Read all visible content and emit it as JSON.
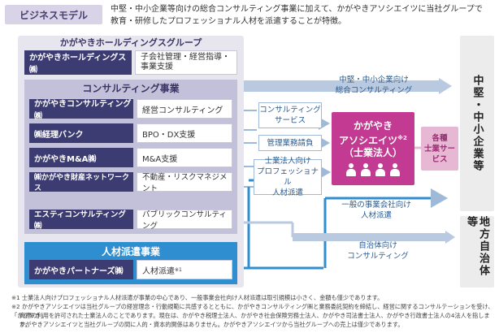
{
  "header": {
    "tag": "ビジネスモデル",
    "intro_line1": "中堅・中小企業等向けの総合コンサルティング事業に加えて、かがやきアソシエイツに当社グループで",
    "intro_line2": "教育・研修したプロフェッショナル人材を派遣することが特徴。"
  },
  "group": {
    "title": "かがやきホールディングスグループ",
    "holdings": {
      "name": "かがやきホールディングス㈱",
      "desc_line1": "子会社管理・経営指導・",
      "desc_line2": "事業支援"
    },
    "consulting": {
      "title": "コンサルティング事業",
      "companies": [
        {
          "name": "かがやきコンサルティング㈱",
          "desc": "経営コンサルティング"
        },
        {
          "name": "㈱経理バンク",
          "desc": "BPO・DX支援"
        },
        {
          "name": "かがやきM&A㈱",
          "desc": "M&A支援"
        },
        {
          "name": "㈱かがやき財産ネットワークス",
          "desc": "不動産・リスクマネジメント"
        },
        {
          "name": "エスティコンサルティング㈱",
          "desc": "パブリックコンサルティング"
        }
      ]
    },
    "jinzai": {
      "title": "人材派遣事業",
      "company": {
        "name": "かがやきパートナーズ㈱",
        "desc": "人材派遣",
        "mark": "※1"
      }
    }
  },
  "services": {
    "consulting_service_line1": "コンサルティング",
    "consulting_service_line2": "サービス",
    "keiri_service": "管理業務請負",
    "haken_line1": "士業法人向け",
    "haken_line2": "プロフェッショナル",
    "haken_line3": "人材派遣"
  },
  "flows": {
    "top_line1": "中堅・中小企業向け",
    "top_line2": "総合コンサルティング",
    "general_line1": "一般の事業会社向け",
    "general_line2": "人材派遣",
    "local_line1": "自治体向け",
    "local_line2": "コンサルティング"
  },
  "associates": {
    "line1": "かがやき",
    "line2": "アソシエイツ",
    "mark": "※2",
    "line3": "（士業法人）",
    "kakushu_line1": "各種",
    "kakushu_line2": "士業サービス"
  },
  "targets": {
    "sme": "中堅・中小企業等",
    "local": "地方自治体等"
  },
  "notes": [
    "※1 士業法人向けプロフェッショナル人材派遣が事業の中心であり、一般事業会社向け人材派遣は取引規模は小さく、金額も僅少であります。",
    "※2 かがやきアソシエイツは当社グループの経営理念・行動規範に共感するとともに、かがやきコンサルティング㈱と業務委託契約を締結し、経営に関するコンサルテーションを受け、「かがやき」",
    "商標の利用を許可された士業法人のことであります。現在は、かがやき税理士法人、かがやき社会保険労務士法人、かがやき司法書士法人、かがやき行政書士法人の4法人を指します。",
    "かがやきアソシエイツと当社グループの間に人的・資本的関係はありません。かがやきアソシエイツから当社グループへの売上は僅少であります。"
  ],
  "colors": {
    "dark": "#3d3c72",
    "blue": "#2f8ed0",
    "magenta": "#c33a92",
    "arrow": "#9fb9d8"
  }
}
